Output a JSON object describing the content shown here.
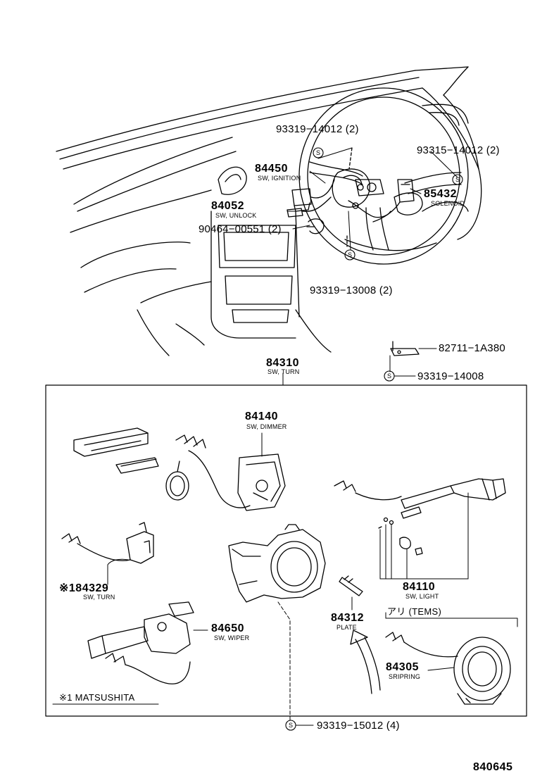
{
  "symbol": "S",
  "upper_labels": {
    "p93319_14012": "93319−14012 (2)",
    "p93315_14012": "93315−14012 (2)",
    "p84450": "84450",
    "p84450_sub": "SW, IGNITION",
    "p85432": "85432",
    "p85432_sub": "SOLENOID",
    "p84052": "84052",
    "p84052_sub": "SW, UNLOCK",
    "p90464": "90464−00551 (2)",
    "p93319_13008": "93319−13008 (2)"
  },
  "lower_labels": {
    "p84310": "84310",
    "p84310_sub": "SW, TURN",
    "p82711": "82711−1A380",
    "p93319_14008": "93319−14008",
    "p84140": "84140",
    "p84140_sub": "SW, DIMMER",
    "p184329": "※184329",
    "p184329_sub": "SW, TURN",
    "p84110": "84110",
    "p84110_sub": "SW, LIGHT",
    "p84312": "84312",
    "p84312_sub": "PLATE",
    "tems": "アリ (TEMS)",
    "p84650": "84650",
    "p84650_sub": "SW, WIPER",
    "p84305": "84305",
    "p84305_sub": "SRIPRING",
    "matsushita": "※1 MATSUSHITA",
    "p93319_15012": "93319−15012 (4)"
  },
  "figure_number": "840645"
}
